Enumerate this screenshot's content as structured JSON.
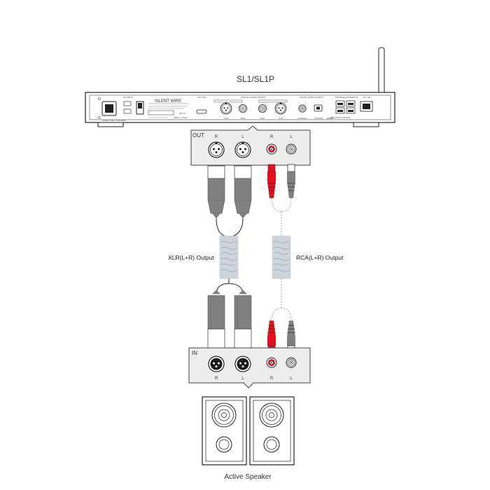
{
  "device": {
    "model": "SL1/SL1P",
    "panel_labels": {
      "ac_input": "AC INPUT",
      "brand": "SILENT WIRE",
      "cd_link": "CD LINK",
      "analog_output": "ANALOG AUDIO OUTPUT",
      "digital_output": "DIGITAL AUDIO OUTPUT",
      "storage": "STORAGE EXPANSION",
      "lan": "DC LAN",
      "xlr": "XLR",
      "rca": "RCA",
      "coaxial": "COAXIAL",
      "toslink": "TOSLINK",
      "reset": "RESET",
      "usb_audio": "USB AUDIO OUTPUT",
      "made_in": "Made in China",
      "fuse": "FUSE TYPE: T1.6A/250V"
    }
  },
  "out_panel": {
    "title": "OUT",
    "left_label": "L",
    "right_label": "R"
  },
  "in_panel": {
    "title": "IN",
    "left_label": "L",
    "right_label": "R"
  },
  "cables": {
    "xlr_label": "XLR(L+R) Output",
    "rca_label": "RCA(L+R) Output"
  },
  "speaker": {
    "label": "Active Speaker"
  },
  "colors": {
    "panel_fill": "#ededed",
    "connector_gray": "#808080",
    "rca_red": "#e5101f",
    "cable_box": "#d8dbe0",
    "wave": "#8ab0cc"
  }
}
